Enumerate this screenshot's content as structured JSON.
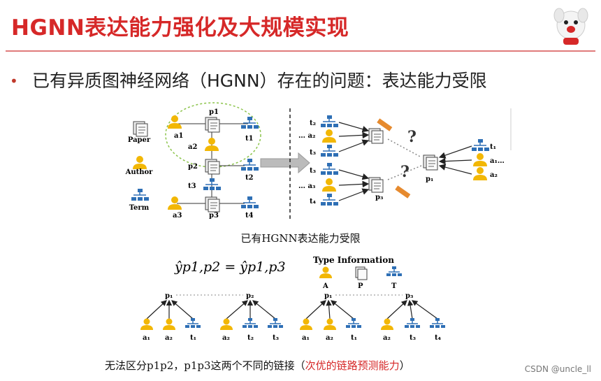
{
  "title": "HGNN表达能力强化及大规模实现",
  "bullet": "已有异质图神经网络（HGNN）存在的问题：表达能力受限",
  "legend": {
    "paper": "Paper",
    "author": "Author",
    "term": "Term"
  },
  "fig1_labels": {
    "p1": "p1",
    "p2": "p2",
    "p3": "p3",
    "a1": "a1",
    "a2": "a2",
    "a3": "a3",
    "t1": "t1",
    "t2": "t2",
    "t3": "t3",
    "t4": "t4"
  },
  "caption1": "已有HGNN表达能力受限",
  "formula": "ŷp1,p2 = ŷp1,p3",
  "type_info": {
    "title": "Type Information",
    "a": "A",
    "p": "P",
    "t": "T"
  },
  "caption2": {
    "main": "无法区分p1p2，p1p3这两个不同的链接（",
    "highlight": "次优的链路预测能力",
    "end": "）"
  },
  "watermark": "CSDN @uncle_ll",
  "colors": {
    "accent": "#d62828",
    "author": "#f2b705",
    "term": "#2e6fb5"
  }
}
